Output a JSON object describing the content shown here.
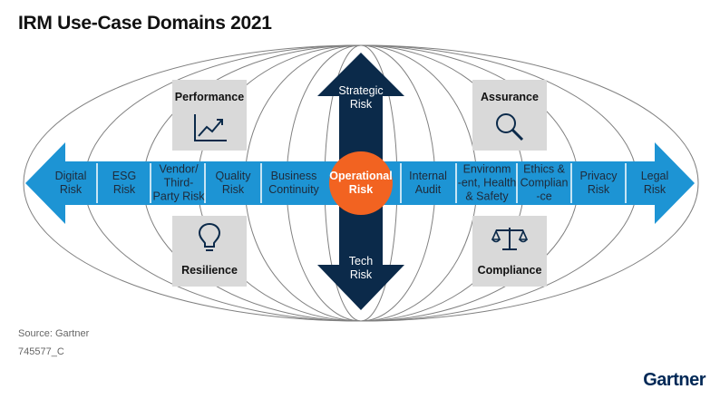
{
  "title": "IRM Use-Case Domains 2021",
  "horizontal_items": [
    {
      "label": "Digital\nRisk"
    },
    {
      "label": "ESG\nRisk"
    },
    {
      "label": "Vendor/\nThird-\nParty Risk"
    },
    {
      "label": "Quality\nRisk"
    },
    {
      "label": "Business\nContinuity"
    },
    {
      "label": "Internal\nAudit"
    },
    {
      "label": "Environm\n-ent, Health\n& Safety"
    },
    {
      "label": "Ethics &\nComplian\n-ce"
    },
    {
      "label": "Privacy\nRisk"
    },
    {
      "label": "Legal\nRisk"
    }
  ],
  "center": {
    "label": "Operational\nRisk"
  },
  "vertical": {
    "top": "Strategic\nRisk",
    "bottom": "Tech\nRisk"
  },
  "boxes": {
    "performance": {
      "label": "Performance",
      "icon": "trend-chart-icon"
    },
    "resilience": {
      "label": "Resilience",
      "icon": "lightbulb-icon"
    },
    "assurance": {
      "label": "Assurance",
      "icon": "magnifier-icon"
    },
    "compliance": {
      "label": "Compliance",
      "icon": "scales-icon"
    }
  },
  "footer": {
    "source": "Source: Gartner",
    "id": "745577_C"
  },
  "brand": "Gartner",
  "colors": {
    "arrow_blue": "#1d94d4",
    "navy": "#0b2a4a",
    "orange": "#f26321",
    "box_gray": "#d9d9d9",
    "ellipse_stroke": "#808080"
  }
}
